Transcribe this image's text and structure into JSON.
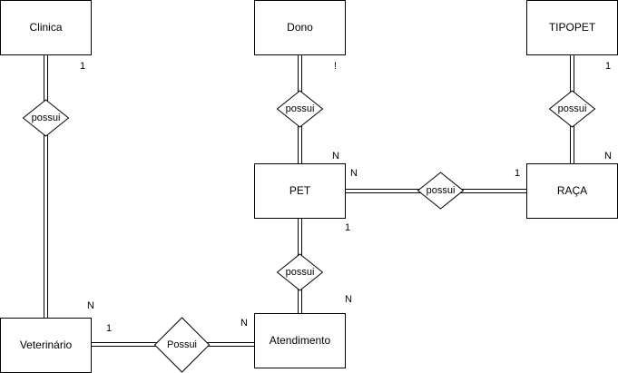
{
  "entities": {
    "clinica": "Clinica",
    "dono": "Dono",
    "tipopet": "TIPOPET",
    "pet": "PET",
    "raca": "RAÇA",
    "veterinario": "Veterinário",
    "atendimento": "Atendimento"
  },
  "relationships": {
    "clinica_vet": "possui",
    "dono_pet": "possui",
    "tipopet_raca": "possui",
    "pet_raca": "possui",
    "pet_atendimento": "possui",
    "vet_atendimento": "Possui"
  },
  "cardinalities": {
    "clinica_1": "1",
    "vet_n": "N",
    "dono_1": "!",
    "pet_n_top": "N",
    "tipopet_1": "1",
    "raca_n": "N",
    "pet_n_right": "N",
    "raca_1": "1",
    "pet_1_bottom": "1",
    "atendimento_n_top": "N",
    "vet_1_right": "1",
    "atendimento_n_left": "N"
  },
  "colors": {
    "stroke": "#000000",
    "fill": "#ffffff"
  }
}
